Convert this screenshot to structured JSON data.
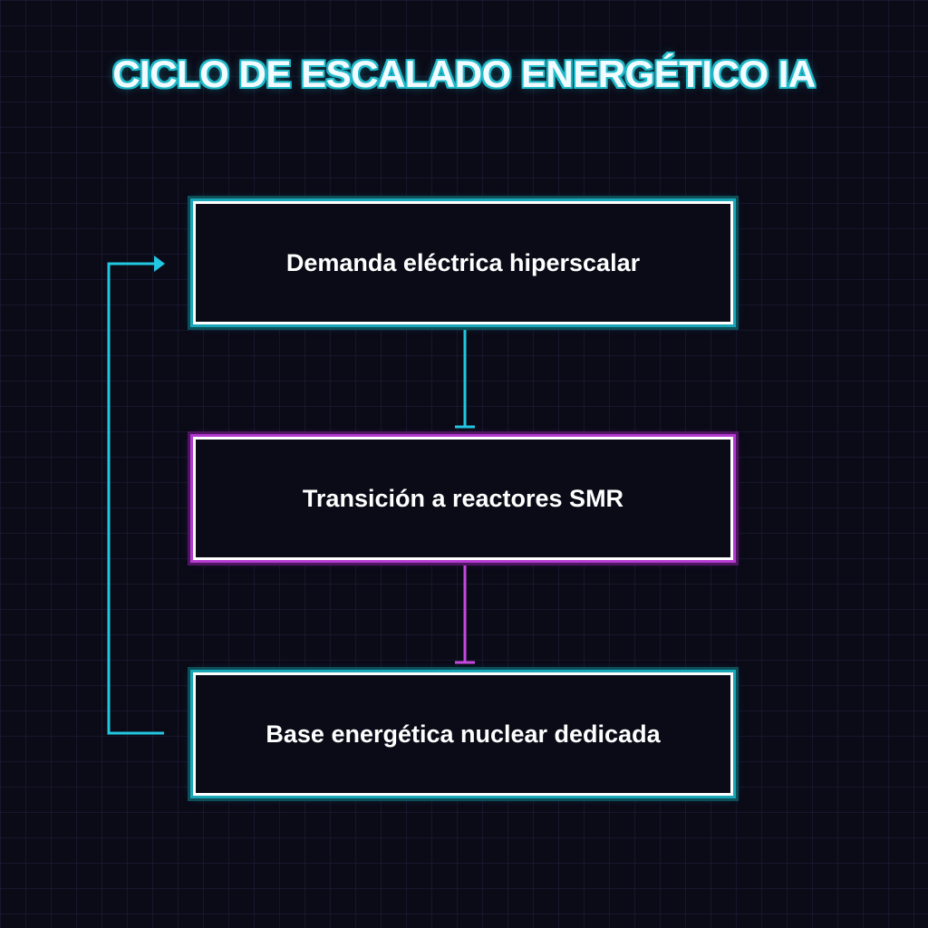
{
  "title": "CICLO DE ESCALADO ENERGÉTICO IA",
  "nodes": [
    {
      "label": "Demanda eléctrica hiperscalar"
    },
    {
      "label": "Transición a reactores SMR"
    },
    {
      "label": "Base energética nuclear dedicada"
    }
  ],
  "colors": {
    "background": "#0b0b18",
    "accent_cyan": "#22c7e0",
    "accent_magenta": "#c848e0",
    "box_border": "#ffffff",
    "text": "#ffffff"
  }
}
